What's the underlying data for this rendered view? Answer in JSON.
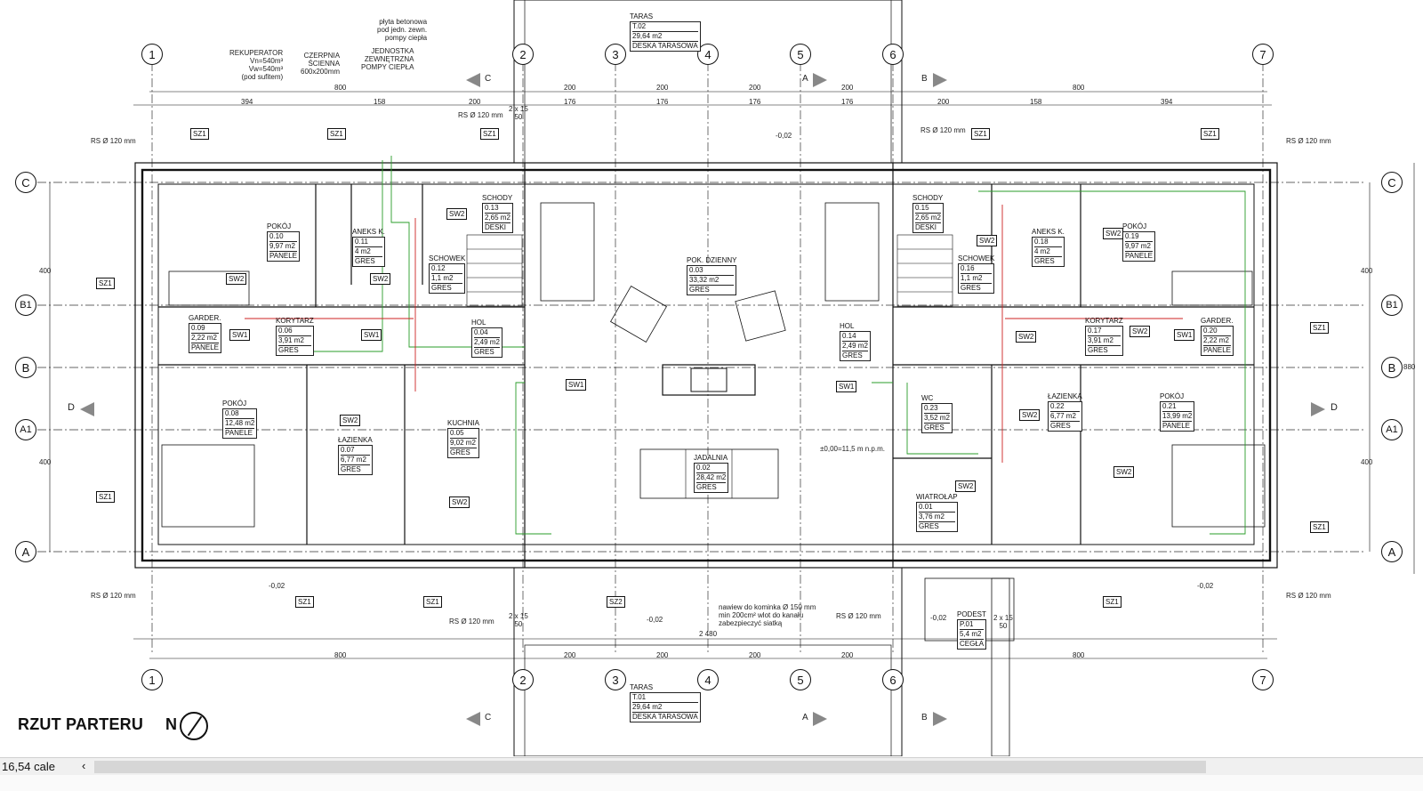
{
  "drawing": {
    "title": "RZUT PARTERU",
    "north_label": "N",
    "grid_cols": [
      "1",
      "2",
      "3",
      "4",
      "5",
      "6",
      "7"
    ],
    "grid_rows": [
      "C",
      "B1",
      "B",
      "A1",
      "A"
    ],
    "dims_top": [
      "800",
      "200",
      "200",
      "200",
      "200",
      "800"
    ],
    "dims_top_detail": [
      "394",
      "158",
      "200",
      "176",
      "176",
      "176",
      "176",
      "200",
      "158",
      "394"
    ],
    "dims_bottom": [
      "800",
      "200",
      "200",
      "200",
      "200",
      "800"
    ],
    "dim_total_bottom": "2 480",
    "dims_left": [
      "400",
      "400"
    ],
    "dims_right": [
      "400",
      "400",
      "880"
    ],
    "section_marks": [
      "C",
      "A",
      "B",
      "D"
    ],
    "rooms": [
      {
        "id": "0.10",
        "name": "POKÓJ",
        "area": "9,97 m2",
        "floor": "PANELE"
      },
      {
        "id": "0.11",
        "name": "ANEKS K.",
        "area": "4 m2",
        "floor": "GRES"
      },
      {
        "id": "0.13",
        "name": "SCHODY",
        "area": "2,65 m2",
        "floor": "DESKI"
      },
      {
        "id": "0.12",
        "name": "SCHOWEK",
        "area": "1,1 m2",
        "floor": "GRES"
      },
      {
        "id": "0.09",
        "name": "GARDER.",
        "area": "2,22 m2",
        "floor": "PANELE"
      },
      {
        "id": "0.06",
        "name": "KORYTARZ",
        "area": "3,91 m2",
        "floor": "GRES"
      },
      {
        "id": "0.04",
        "name": "HOL",
        "area": "2,49 m2",
        "floor": "GRES"
      },
      {
        "id": "0.08",
        "name": "POKÓJ",
        "area": "12,48 m2",
        "floor": "PANELE"
      },
      {
        "id": "0.07",
        "name": "ŁAZIENKA",
        "area": "6,77 m2",
        "floor": "GRES"
      },
      {
        "id": "0.05",
        "name": "KUCHNIA",
        "area": "9,02 m2",
        "floor": "GRES"
      },
      {
        "id": "0.03",
        "name": "POK. DZIENNY",
        "area": "33,32 m2",
        "floor": "GRES"
      },
      {
        "id": "0.02",
        "name": "JADALNIA",
        "area": "28,42 m2",
        "floor": "GRES"
      },
      {
        "id": "0.14",
        "name": "HOL",
        "area": "2,49 m2",
        "floor": "GRES"
      },
      {
        "id": "0.15",
        "name": "SCHODY",
        "area": "2,65 m2",
        "floor": "DESKI"
      },
      {
        "id": "0.16",
        "name": "SCHOWEK",
        "area": "1,1 m2",
        "floor": "GRES"
      },
      {
        "id": "0.18",
        "name": "ANEKS K.",
        "area": "4 m2",
        "floor": "GRES"
      },
      {
        "id": "0.19",
        "name": "POKÓJ",
        "area": "9,97 m2",
        "floor": "PANELE"
      },
      {
        "id": "0.17",
        "name": "KORYTARZ",
        "area": "3,91 m2",
        "floor": "GRES"
      },
      {
        "id": "0.20",
        "name": "GARDER.",
        "area": "2,22 m2",
        "floor": "PANELE"
      },
      {
        "id": "0.23",
        "name": "WC",
        "area": "3,52 m2",
        "floor": "GRES"
      },
      {
        "id": "0.22",
        "name": "ŁAZIENKA",
        "area": "6,77 m2",
        "floor": "GRES"
      },
      {
        "id": "0.21",
        "name": "POKÓJ",
        "area": "13,99 m2",
        "floor": "PANELE"
      },
      {
        "id": "0.01",
        "name": "WIATROŁAP",
        "area": "3,76 m2",
        "floor": "GRES"
      }
    ],
    "terraces": [
      {
        "name": "TARAS",
        "id": "T.02",
        "area": "29,64 m2",
        "floor": "DESKA TARASOWA"
      },
      {
        "name": "TARAS",
        "id": "T.01",
        "area": "29,64 m2",
        "floor": "DESKA TARASOWA"
      }
    ],
    "podest": {
      "name": "PODEST",
      "id": "P.01",
      "area": "5,4 m2",
      "floor": "CEGŁA"
    },
    "notes": {
      "rekuperator": "REKUPERATOR\nVn=540m³\nVw=540m³\n(pod sufitem)",
      "czerpnia": "CZERPNIA\nŚCIENNA\n600x200mm",
      "jednostka": "JEDNOSTKA\nZEWNĘTRZNA\nPOMPY CIEPŁA",
      "plyta": "płyta betonowa\npod jedn. zewn.\npompy ciepła",
      "kominek": "nawiew do kominka Ø 150 mm\nmin 200cm² wlot do kanału\nzabezpieczyć siatką",
      "rs": "RS Ø 120 mm",
      "elevation": "±0,00=11,5 m n.p.m.",
      "level": "-0,02",
      "steps": "2 x 15\n50"
    },
    "tags": [
      "SZ1",
      "SZ2",
      "SW1",
      "SW2"
    ]
  },
  "statusbar": {
    "zoom": "16,54 cale",
    "scroll_left_glyph": "‹"
  }
}
